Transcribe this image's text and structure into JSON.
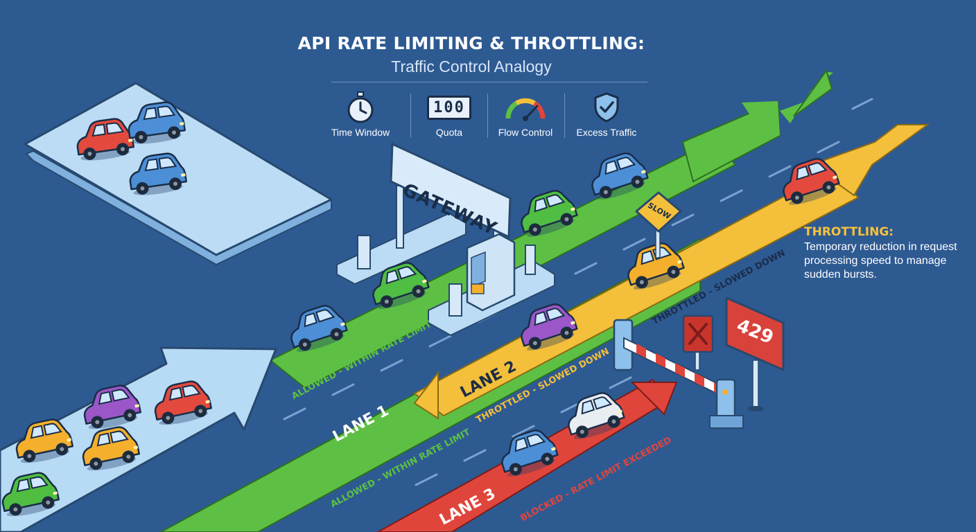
{
  "header": {
    "title": "API RATE LIMITING & THROTTLING:",
    "subtitle": "Traffic Control Analogy"
  },
  "legend": {
    "items": [
      {
        "label": "Time Window",
        "icon": "stopwatch-icon"
      },
      {
        "label": "Quota",
        "icon": "counter-icon",
        "counter": "100"
      },
      {
        "label": "Flow Control",
        "icon": "gauge-icon"
      },
      {
        "label": "Excess Traffic",
        "icon": "shield-check-icon"
      }
    ]
  },
  "gateway": {
    "sign": "GATEWAY"
  },
  "signs": {
    "slow": "SLOW",
    "status_code": "429"
  },
  "lanes": {
    "lane1": {
      "label": "LANE 1",
      "caption": "ALLOWED - WITHIN RATE LIMIT",
      "color": "#5dc044"
    },
    "lane2": {
      "label": "LANE 2",
      "caption": "THROTTLED - SLOWED DOWN",
      "color": "#f4bf3a"
    },
    "lane3": {
      "label": "LANE 3",
      "caption": "BLOCKED - RATE LIMIT EXCEEDED",
      "color": "#e0453c"
    }
  },
  "throttling_note": {
    "title": "THROTTLING:",
    "text": "Temporary reduction in request processing speed to manage sudden bursts."
  },
  "colors": {
    "background": "#2e5a92",
    "allowed": "#5dc044",
    "throttled": "#f4bf3a",
    "blocked": "#e0453c",
    "platform": "#bcdcf5"
  }
}
